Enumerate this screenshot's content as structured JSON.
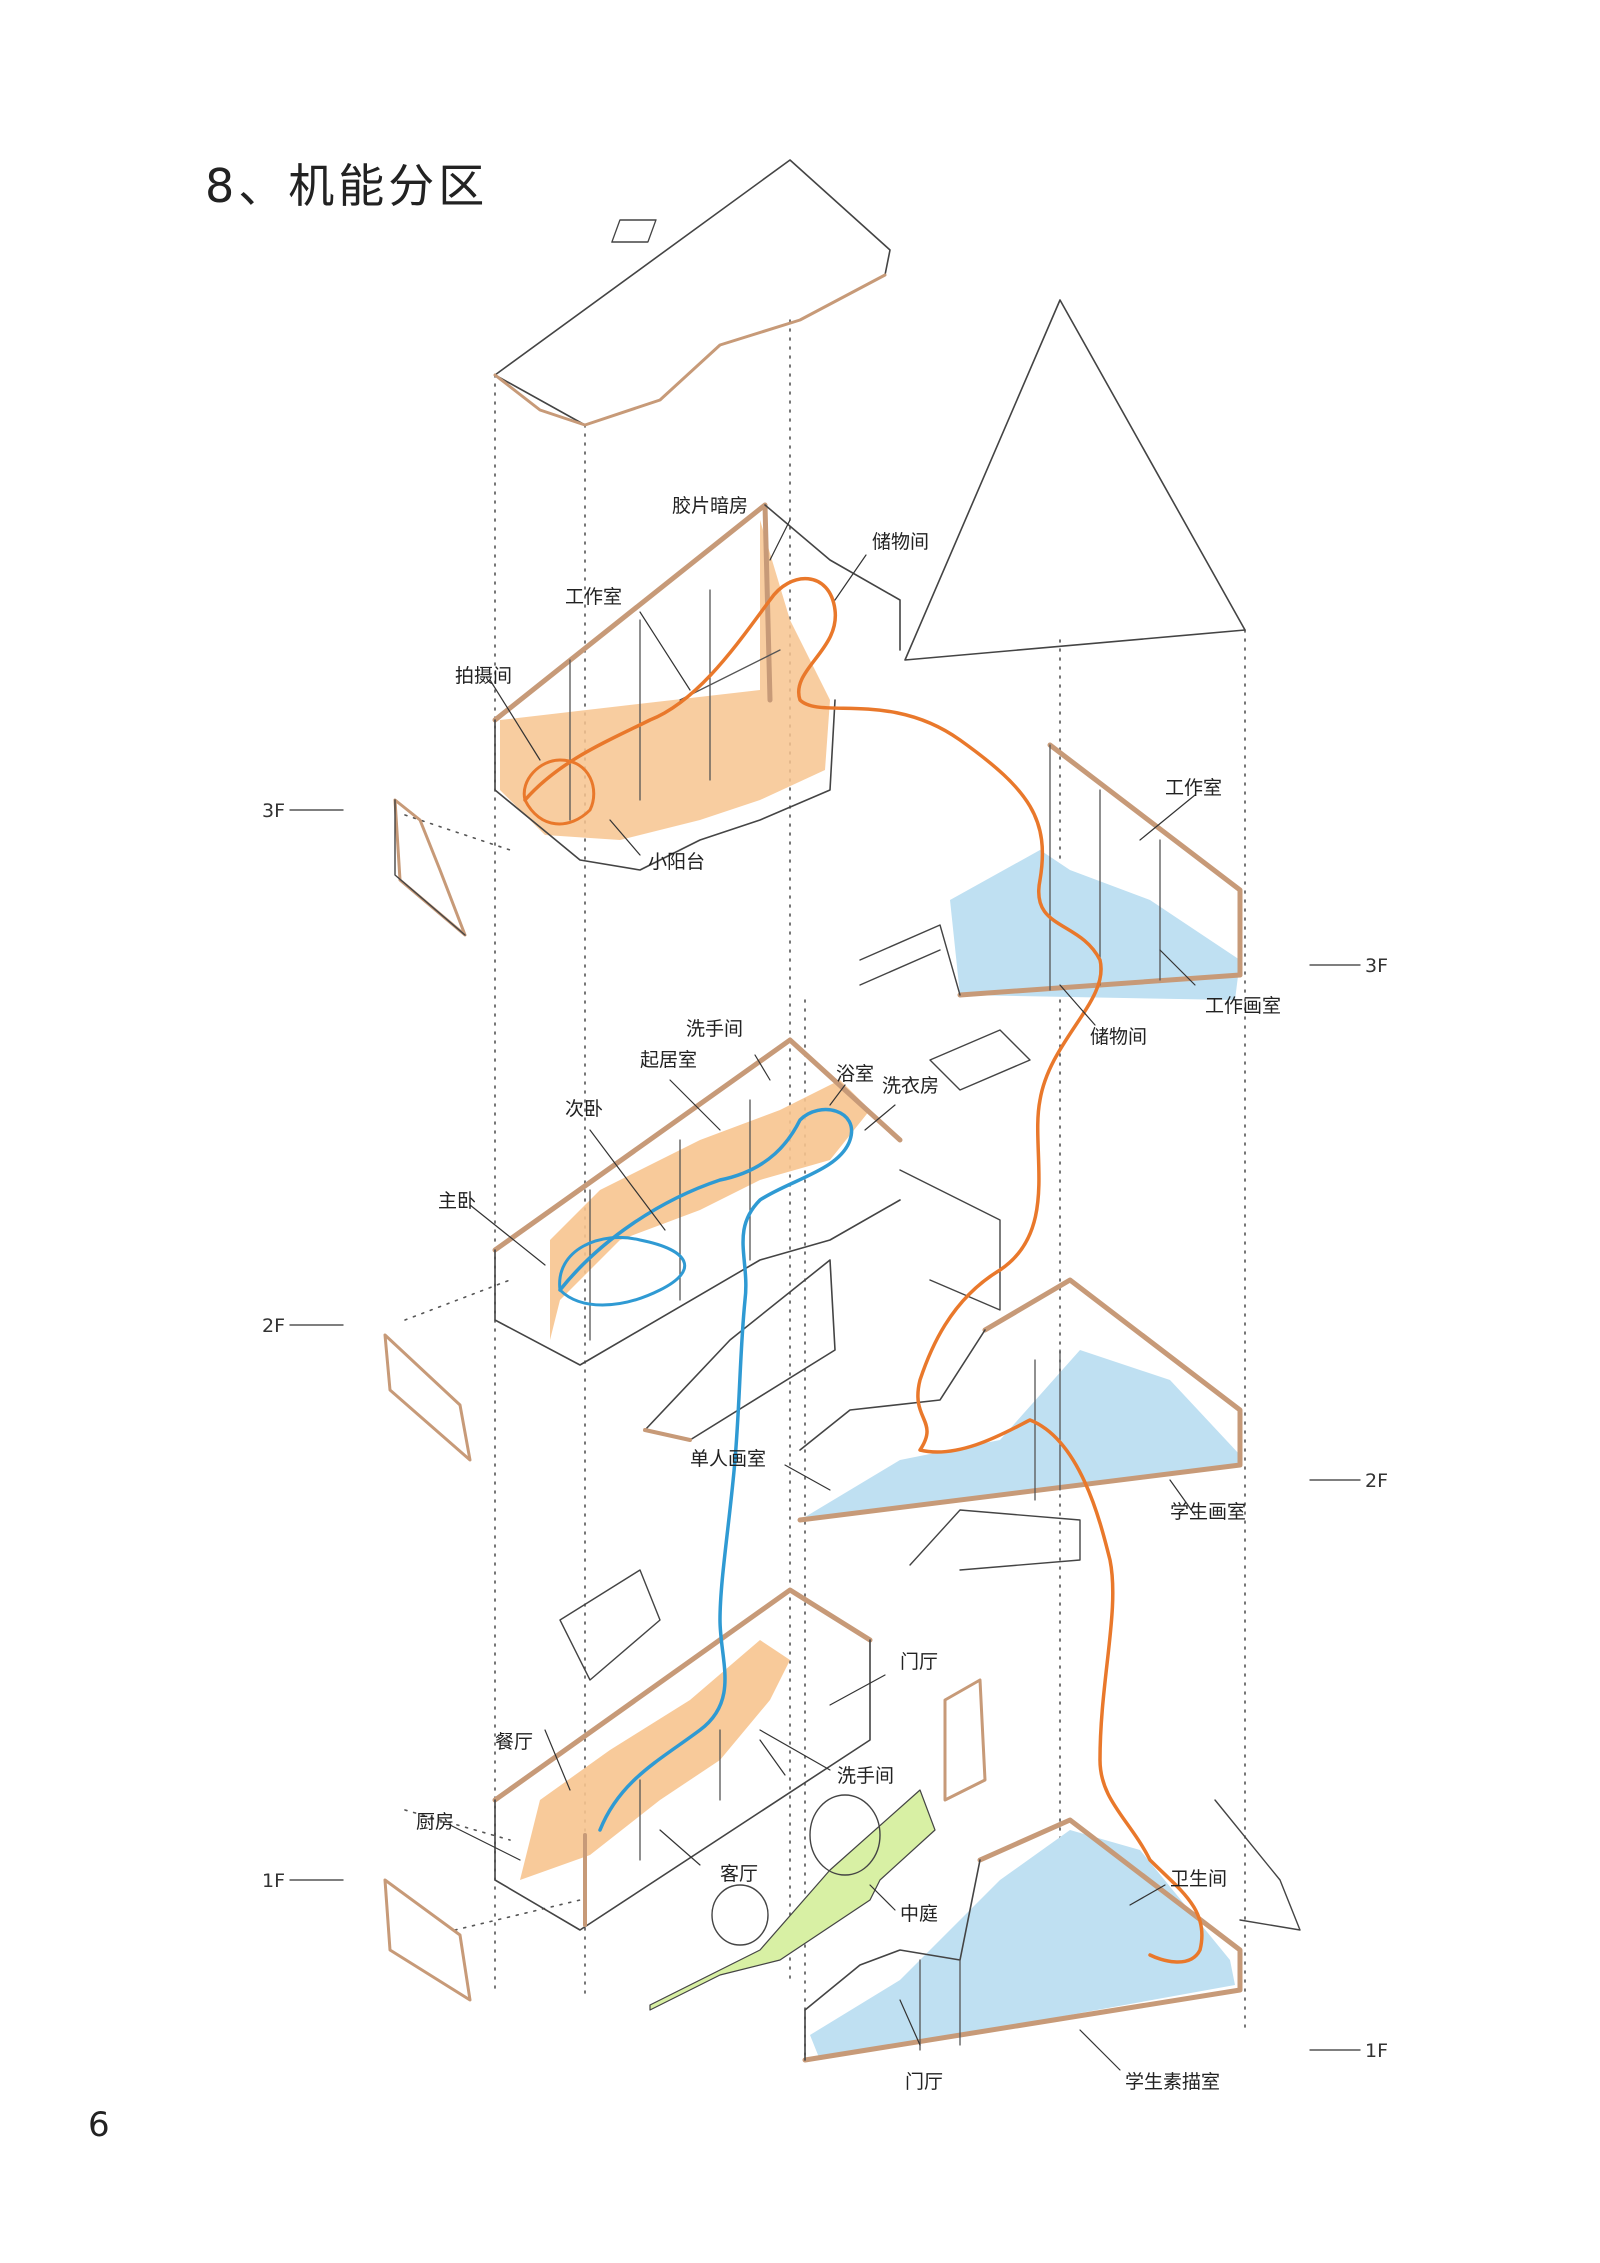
{
  "title": "8、机能分区",
  "page_number": "6",
  "colors": {
    "orange_route": "#e9782b",
    "blue_route": "#2f9ad3",
    "orange_floor": "#f7c48f",
    "blue_floor": "#bfe0f2",
    "green_courtyard": "#d8f0a4",
    "wall": "#c79a78"
  },
  "left_floors": {
    "f3": "3F",
    "f2": "2F",
    "f1": "1F"
  },
  "right_floors": {
    "f3": "3F",
    "f2": "2F",
    "f1": "1F"
  },
  "labels": {
    "film_darkroom": "胶片暗房",
    "storage_left": "储物间",
    "studio_left": "工作室",
    "shooting_room": "拍摄间",
    "small_balcony": "小阳台",
    "studio_right": "工作室",
    "studio_painting_room": "工作画室",
    "storage_right": "储物间",
    "washroom_2f": "洗手间",
    "bathroom": "浴室",
    "living_room_2f": "起居室",
    "laundry": "洗衣房",
    "second_bedroom": "次卧",
    "master_bedroom": "主卧",
    "single_painting_room": "单人画室",
    "student_painting_room": "学生画室",
    "entrance_left": "门厅",
    "dining_room": "餐厅",
    "washroom_1f": "洗手间",
    "kitchen": "厨房",
    "living_room_1f": "客厅",
    "courtyard": "中庭",
    "toilet": "卫生间",
    "entrance_right": "门厅",
    "student_sketch_room": "学生素描室"
  }
}
